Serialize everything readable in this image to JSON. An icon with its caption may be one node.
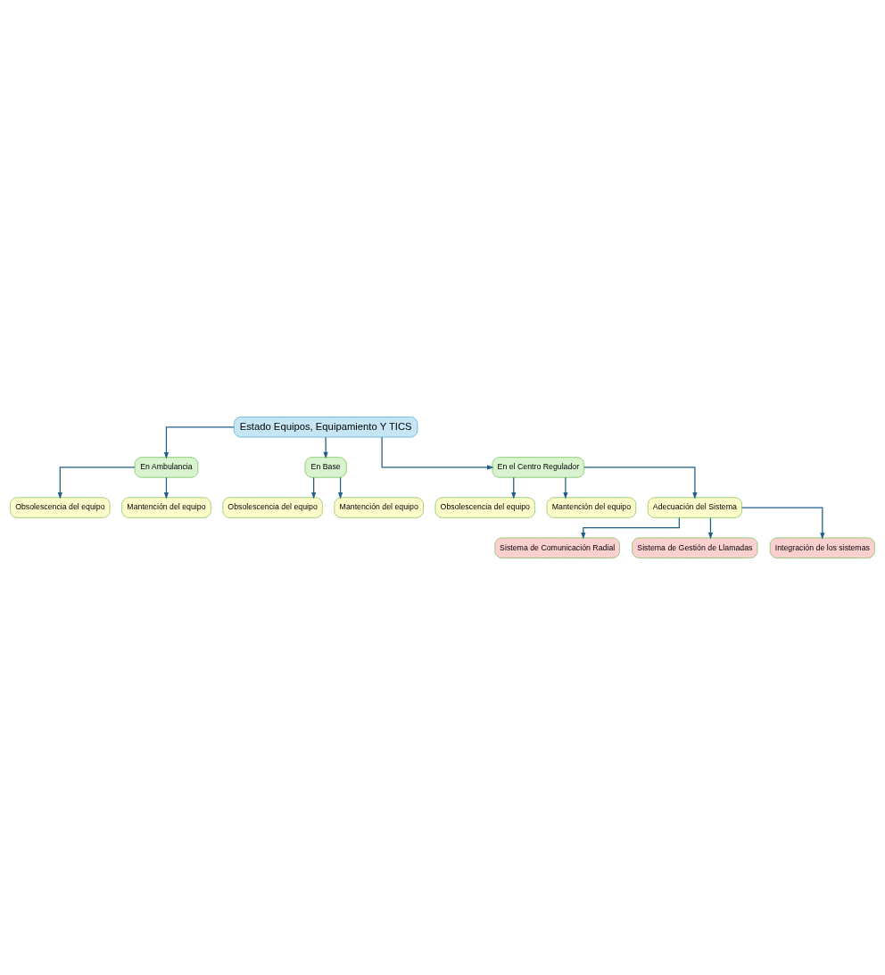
{
  "diagram": {
    "nodes": [
      {
        "text": [
          "Estado Equipos, Equipamiento Y TICS"
        ]
      },
      {
        "text": [
          "En Ambulancia"
        ]
      },
      {
        "text": [
          "En Base"
        ]
      },
      {
        "text": [
          "En el Centro Regulador"
        ]
      },
      {
        "text": [
          "Obsolescencia del equipo"
        ]
      },
      {
        "text": [
          "Mantención del equipo"
        ]
      },
      {
        "text": [
          "Obsolescencia del equipo"
        ]
      },
      {
        "text": [
          "Mantención del equipo"
        ]
      },
      {
        "text": [
          "Obsolescencia del equipo"
        ]
      },
      {
        "text": [
          "Mantención del equipo"
        ]
      },
      {
        "text": [
          "Adecuación del Sistema"
        ]
      },
      {
        "text": [
          "Sistema de Comunicación Radial"
        ]
      },
      {
        "text": [
          "Sistema de Gestión de Llamadas"
        ]
      },
      {
        "text": [
          "Integración de los sistemas"
        ]
      }
    ],
    "edges": [
      {
        "from": 0,
        "to": 1,
        "arrow": "to"
      },
      {
        "from": 0,
        "to": 2,
        "arrow": "to"
      },
      {
        "from": 0,
        "to": 3,
        "arrow": "to"
      },
      {
        "from": 1,
        "to": 4,
        "arrow": "to"
      },
      {
        "from": 1,
        "to": 5,
        "arrow": "to"
      },
      {
        "from": 2,
        "to": 6,
        "arrow": "to"
      },
      {
        "from": 2,
        "to": 7,
        "arrow": "to"
      },
      {
        "from": 3,
        "to": 8,
        "arrow": "to"
      },
      {
        "from": 3,
        "to": 9,
        "arrow": "to"
      },
      {
        "from": 3,
        "to": 10,
        "arrow": "to"
      },
      {
        "from": 10,
        "to": 11,
        "arrow": "to"
      },
      {
        "from": 10,
        "to": 12,
        "arrow": "to"
      },
      {
        "from": 10,
        "to": 13,
        "arrow": "to"
      }
    ]
  }
}
